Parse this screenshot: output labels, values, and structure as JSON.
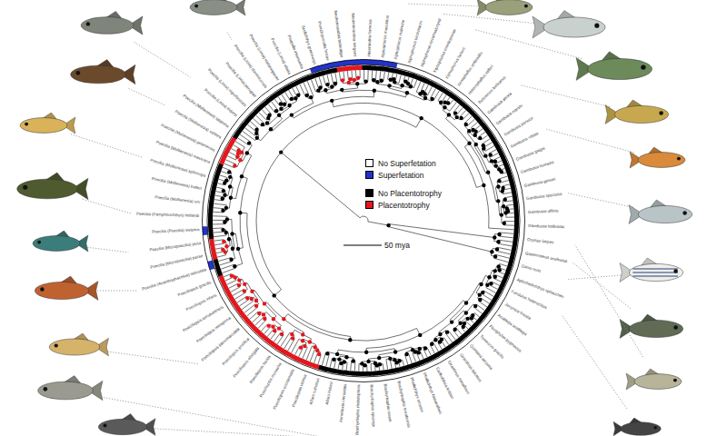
{
  "diagram": {
    "labels": [
      "Danio rerio",
      "Gasterosteus aculeatus",
      "Oryzias latipes",
      "Gambusia holbrooki",
      "Gambusia affinis",
      "Gambusia speciosa",
      "Gambusia geiseri",
      "Gambusia hurtadoi",
      "Gambusia gaigei",
      "Gambusia vittata",
      "Gambusia panuco",
      "Gambusia marshi",
      "Gambusia atrora",
      "Belonesox belizanus",
      "Heterophallus milleri",
      "Xenophallus umbratilis",
      "Xiphophorus hellerii",
      "Xiphophorus montezumae",
      "Xiphophorus nezahualcoyotl",
      "Xiphophorus birchmanni",
      "Xiphophorus malinche",
      "Xiphophorus maculatus",
      "Heterandria formosa",
      "Neoheterandria elegans",
      "Neoheterandria tridentiger",
      "Pseudopoecilia festae",
      "Scolichthys greenwayi",
      "Priapella intermedia",
      "Poecilia (Limia) vittata",
      "Poecilia (Limia) melanogaster",
      "Poecilia (Limia) dominicensis",
      "Poecilia (Limia) perugiae",
      "Poecilia (Limia) nigrofasciata",
      "Poecilia (Limia) tridens",
      "Poecilia (Mollienesia) latipinna",
      "Poecilia (Mollienesia) velifera",
      "Poecilia (Mollienesia) petenensis",
      "Poecilia (Mollienesia) mexicana",
      "Poecilia (Mollienesia) sphenops",
      "Poecilia (Mollienesia) butleri",
      "Poecilia (Mollienesia) orri",
      "Poecilia (Pamphorichthys) hollandi",
      "Poecilia (Poecilia) vivipara",
      "Poecilia (Micropoecilia) picta",
      "Poecilia (Micropoecilia) parae",
      "Poecilia (Acanthophacelus) reticulata",
      "Poeciliopsis gracilis",
      "Poeciliopsis infans",
      "Poeciliopsis turrubarensis",
      "Poeciliopsis retropinna",
      "Poeciliopsis paucimaculata",
      "Poeciliopsis prolifica",
      "Poeciliopsis elongata",
      "Poeciliopsis lucida",
      "Poeciliopsis monacha",
      "Poeciliopsis occidentalis",
      "Poeciliopsis viriosa",
      "Alfaro cultratus",
      "Alfaro huberi",
      "Xenodexia ctenolepis",
      "Brachyrhaphis rhabdophora",
      "Brachyrhaphis episcopi",
      "Brachyrhaphis roseni",
      "Brachyrhaphis terrabensis",
      "Phallichthys amates",
      "Phallichthys fairweatheri",
      "Carlhubbsia kidderi",
      "Girardinus metallicus",
      "Girardinus falcatus",
      "Quintana atrizona",
      "Tomeurus gracilis",
      "Fluviphylax pygmaeus",
      "Anableps anableps",
      "Jenynsia lineata",
      "Fundulus heteroclitus",
      "Aplocheilichthys spilauchen",
      "50 mya"
    ],
    "legend": [
      {
        "text": "No Superfetation",
        "color": "#ffffff"
      },
      {
        "text": "Superfetation",
        "color": "#2233cc"
      },
      {
        "text": "No Placentotrophy",
        "color": "#000000"
      },
      {
        "text": "Placentotrophy",
        "color": "#e3171d"
      }
    ]
  }
}
